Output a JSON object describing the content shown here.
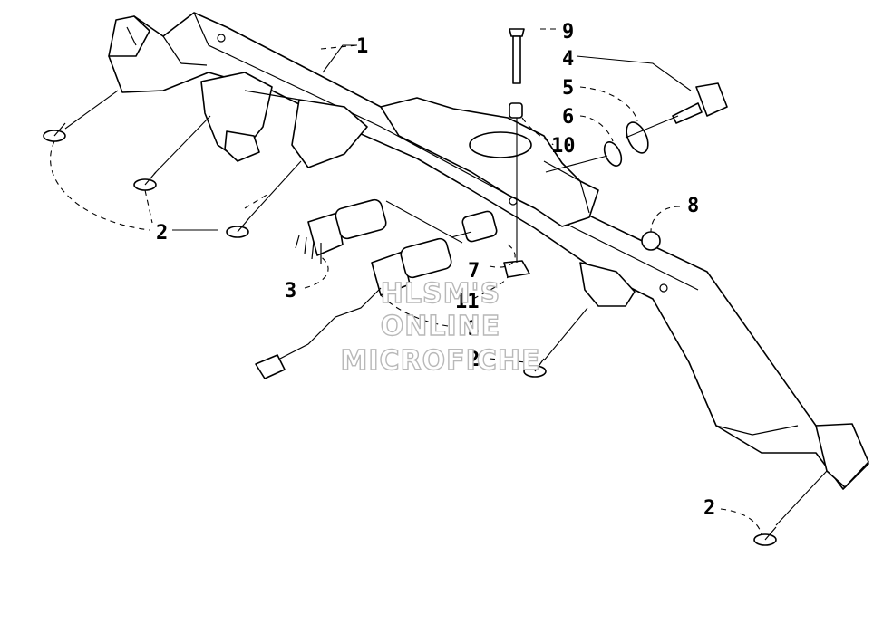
{
  "callouts": [
    {
      "id": "c1",
      "label": "1"
    },
    {
      "id": "c2a",
      "label": "2"
    },
    {
      "id": "c2b",
      "label": "2"
    },
    {
      "id": "c2c",
      "label": "2"
    },
    {
      "id": "c3a",
      "label": "3"
    },
    {
      "id": "c3b",
      "label": "3"
    },
    {
      "id": "c4",
      "label": "4"
    },
    {
      "id": "c5",
      "label": "5"
    },
    {
      "id": "c6",
      "label": "6"
    },
    {
      "id": "c7",
      "label": "7"
    },
    {
      "id": "c8",
      "label": "8"
    },
    {
      "id": "c9",
      "label": "9"
    },
    {
      "id": "c10",
      "label": "10"
    },
    {
      "id": "c11",
      "label": "11"
    }
  ],
  "watermark": [
    "HLSM'S",
    "ONLINE",
    "MICROFICHE"
  ]
}
